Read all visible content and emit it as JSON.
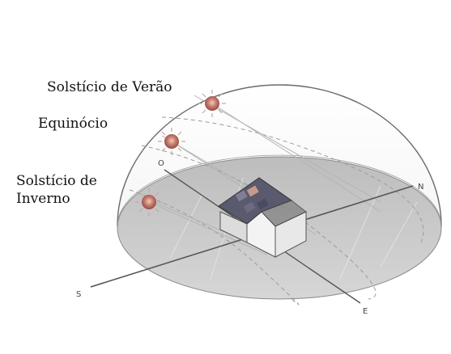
{
  "labels": {
    "summer_solstice": "Solstício de Verão",
    "equinox": "Equinócio",
    "winter_solstice_line1": "Solstício de",
    "winter_solstice_line2": "Inverno"
  },
  "directions": {
    "north": "N",
    "south": "S",
    "east": "E",
    "west": "O"
  },
  "colors": {
    "dome_outline": "#6b6b6b",
    "ground": "#c9c9c9",
    "sun": "#c4776a",
    "roof": "#5a5a6e",
    "house_wall": "#eeeeee"
  }
}
